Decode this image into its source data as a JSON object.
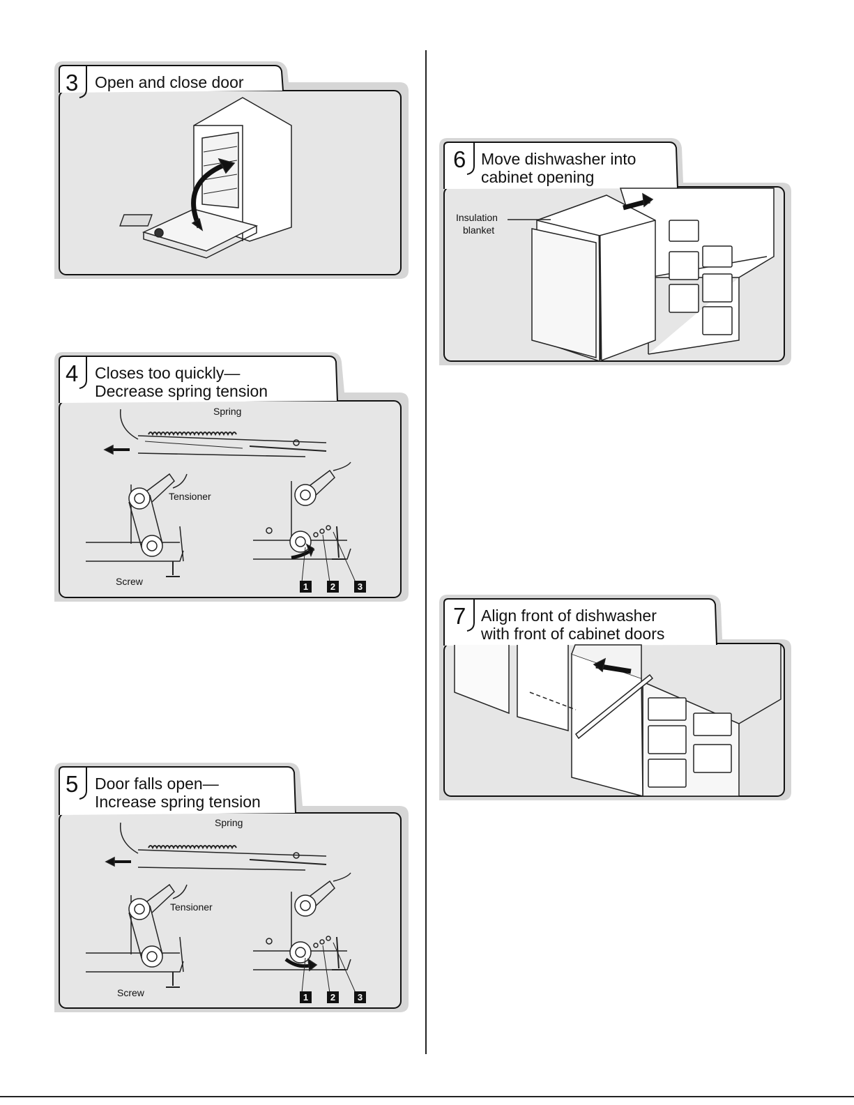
{
  "steps": [
    {
      "number": "3",
      "title_lines": [
        "Open and close door"
      ]
    },
    {
      "number": "4",
      "title_lines": [
        "Closes too quickly—",
        "Decrease spring tension"
      ],
      "labels": {
        "spring": "Spring",
        "tensioner": "Tensioner",
        "screw": "Screw"
      },
      "positions": [
        "1",
        "2",
        "3"
      ]
    },
    {
      "number": "5",
      "title_lines": [
        "Door falls open—",
        "Increase spring tension"
      ],
      "labels": {
        "spring": "Spring",
        "tensioner": "Tensioner",
        "screw": "Screw"
      },
      "positions": [
        "1",
        "2",
        "3"
      ]
    },
    {
      "number": "6",
      "title_lines": [
        "Move dishwasher into",
        "cabinet opening"
      ],
      "labels": {
        "insulation": [
          "Insulation",
          "blanket"
        ]
      }
    },
    {
      "number": "7",
      "title_lines": [
        "Align front of dishwasher",
        "with front of cabinet doors"
      ]
    }
  ]
}
